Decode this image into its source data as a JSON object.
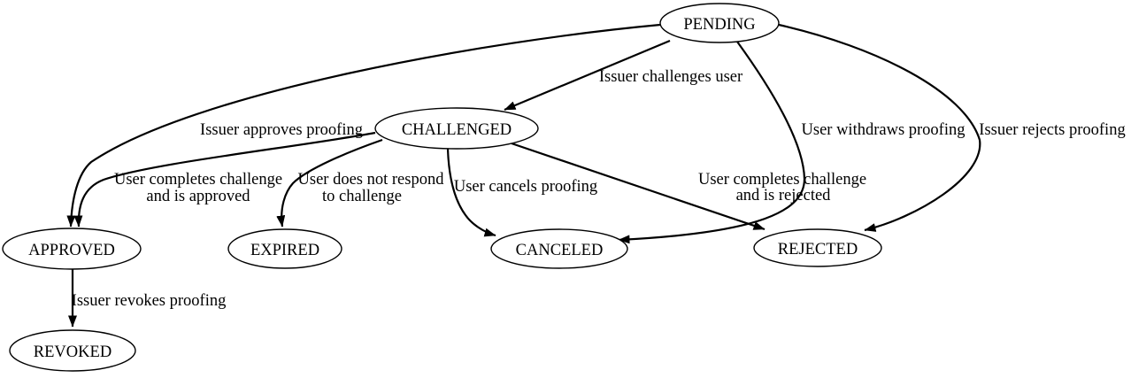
{
  "diagram": {
    "type": "state-machine-graph",
    "background_color": "#ffffff",
    "node_fill_color": "#ffffff",
    "line_color": "#000000",
    "text_color": "#000000",
    "nodes": [
      {
        "id": "PENDING",
        "label": "PENDING"
      },
      {
        "id": "CHALLENGED",
        "label": "CHALLENGED"
      },
      {
        "id": "APPROVED",
        "label": "APPROVED"
      },
      {
        "id": "EXPIRED",
        "label": "EXPIRED"
      },
      {
        "id": "CANCELED",
        "label": "CANCELED"
      },
      {
        "id": "REJECTED",
        "label": "REJECTED"
      },
      {
        "id": "REVOKED",
        "label": "REVOKED"
      }
    ],
    "edges": [
      {
        "from": "PENDING",
        "to": "CHALLENGED",
        "label": "Issuer challenges user"
      },
      {
        "from": "PENDING",
        "to": "APPROVED",
        "label": "Issuer approves proofing"
      },
      {
        "from": "PENDING",
        "to": "CANCELED",
        "label": "User withdraws proofing"
      },
      {
        "from": "PENDING",
        "to": "REJECTED",
        "label": "Issuer rejects proofing"
      },
      {
        "from": "CHALLENGED",
        "to": "APPROVED",
        "label_lines": [
          "User completes challenge",
          "and is approved"
        ]
      },
      {
        "from": "CHALLENGED",
        "to": "EXPIRED",
        "label_lines": [
          "User does not respond",
          "to challenge"
        ]
      },
      {
        "from": "CHALLENGED",
        "to": "CANCELED",
        "label": "User cancels proofing"
      },
      {
        "from": "CHALLENGED",
        "to": "REJECTED",
        "label_lines": [
          "User completes challenge",
          "and is rejected"
        ]
      },
      {
        "from": "APPROVED",
        "to": "REVOKED",
        "label": "Issuer revokes proofing"
      }
    ]
  }
}
